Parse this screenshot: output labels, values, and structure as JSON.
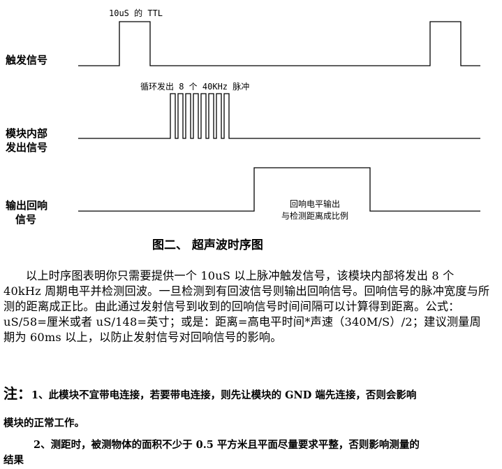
{
  "diagram": {
    "signals": [
      {
        "label": "触发信号"
      },
      {
        "label_line1": "模块内部",
        "label_line2": "发出信号"
      },
      {
        "label_line1": "输出回响",
        "label_line2": "信号"
      }
    ],
    "annotations": {
      "trigger_pulse": "10uS 的 TTL",
      "burst": "循环发出 8 个 40KHz 脉冲",
      "echo_line1": "回响电平输出",
      "echo_line2": "与检测距离成比例"
    },
    "caption": "图二、 超声波时序图"
  },
  "body": {
    "paragraph": "以上时序图表明你只需要提供一个 10uS 以上脉冲触发信号，该模块内部将发出 8 个 40kHz 周期电平并检测回波。一旦检测到有回波信号则输出回响信号。回响信号的脉冲宽度与所测的距离成正比。由此通过发射信号到收到的回响信号时间间隔可以计算得到距离。公式：uS/58=厘米或者 uS/148=英寸；或是：距离=高电平时间*声速（340M/S）/2；建议测量周期为 60ms 以上，以防止发射信号对回响信号的影响。",
    "note_marker": "注：",
    "note1_a": "1、此模块不宜带电连接，若要带电连接，则先让模块的 GND 端先连接，否则会影响",
    "note1_b": "模块的正常工作。",
    "note2_a": "2、测距时，被测物体的面积不少于 0.5 平方米且平面尽量要求平整，否则影响测量的",
    "note2_b": "结果"
  }
}
